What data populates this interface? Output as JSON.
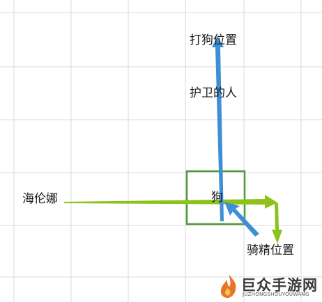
{
  "labels": {
    "dog_target": "打狗位置",
    "guards": "护卫的人",
    "helena": "海伦娜",
    "dog": "狗",
    "rider": "骑精位置"
  },
  "watermark": {
    "title": "巨众手游网",
    "subtitle": "JUZHONGSHOUYOUWANG"
  },
  "colors": {
    "grid": "#d9d9d9",
    "box": "#4e9a3a",
    "blue_arrow": "#3f8fd6",
    "green_arrow": "#8cc21a",
    "logo_flame": "#e8742a"
  }
}
